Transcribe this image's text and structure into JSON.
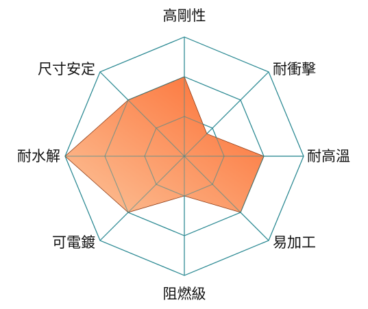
{
  "chart_data": {
    "type": "radar",
    "axes": [
      "高剛性",
      "耐衝擊",
      "耐高溫",
      "易加工",
      "阻燃級",
      "可電鍍",
      "耐水解",
      "尺寸安定"
    ],
    "levels": 3,
    "max": 3,
    "series": [
      {
        "values": [
          2.0,
          0.8,
          2.0,
          2.0,
          1.0,
          2.0,
          3.0,
          2.0
        ]
      }
    ],
    "colors": {
      "grid": "#2e8b94",
      "fill_light": "#fcc49a",
      "fill_dark": "#fc6a2e",
      "stroke": "#8c3a14"
    }
  }
}
